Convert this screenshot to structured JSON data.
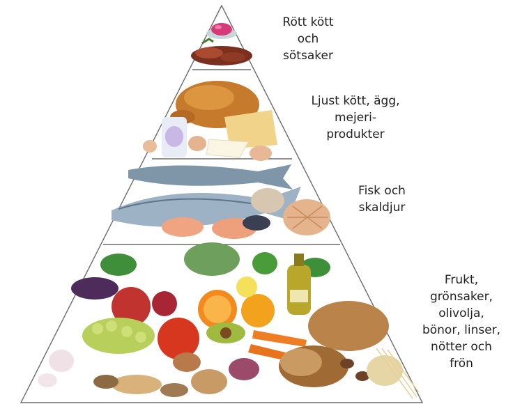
{
  "pyramid": {
    "tiers": [
      {
        "id": "red-meat-sweets",
        "label": "Rött kött\noch\nsötsaker"
      },
      {
        "id": "light-meat-eggs-dairy",
        "label": "Ljust kött, ägg,\nmejeri-\nprodukter"
      },
      {
        "id": "fish-shellfish",
        "label": "Fisk och\nskaldjur"
      },
      {
        "id": "plant-foods",
        "label": "Frukt,\ngrönsaker,\nolivolja,\nbönor, linser,\nnötter och\nfrön"
      }
    ],
    "outline_color": "#6b6b6b",
    "background_color": "#ffffff"
  }
}
